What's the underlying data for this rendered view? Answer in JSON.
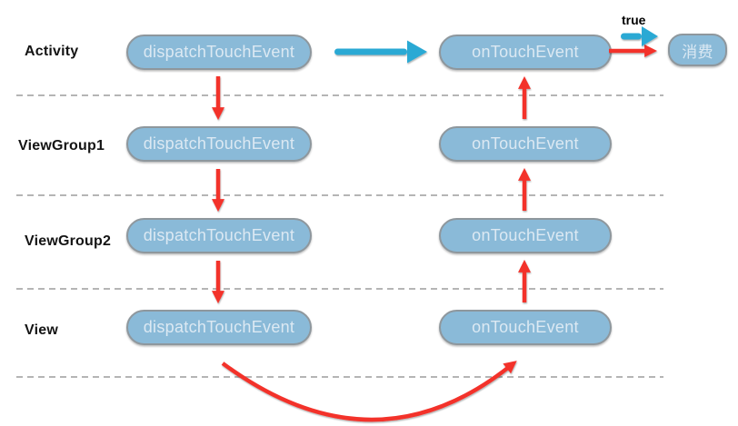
{
  "diagram": {
    "rows": [
      {
        "label": "Activity",
        "dispatch_label": "dispatchTouchEvent",
        "ontouch_label": "onTouchEvent"
      },
      {
        "label": "ViewGroup1",
        "dispatch_label": "dispatchTouchEvent",
        "ontouch_label": "onTouchEvent"
      },
      {
        "label": "ViewGroup2",
        "dispatch_label": "dispatchTouchEvent",
        "ontouch_label": "onTouchEvent"
      },
      {
        "label": "View",
        "dispatch_label": "dispatchTouchEvent",
        "ontouch_label": "onTouchEvent"
      }
    ],
    "result": {
      "true_label": "true",
      "consume_label": "消费"
    },
    "arrows": [
      "activity-dispatch-to-ontouch-blue-arrow",
      "ontouch-true-blue-arrow",
      "ontouch-to-consume-red-arrow",
      "dispatch-down-red-arrows",
      "ontouch-up-red-arrows",
      "view-dispatch-to-ontouch-curved-red-arrow"
    ],
    "colors": {
      "background": "#FFFFFF",
      "pill_fill": "#8ABAD8",
      "pill_border": "#8E979D",
      "pill_text": "#DCE9F3",
      "row_label_text": "#141414",
      "red_arrow": "#F3312C",
      "blue_arrow": "#2BA9D4",
      "dashed_divider": "#ABABAB"
    }
  }
}
